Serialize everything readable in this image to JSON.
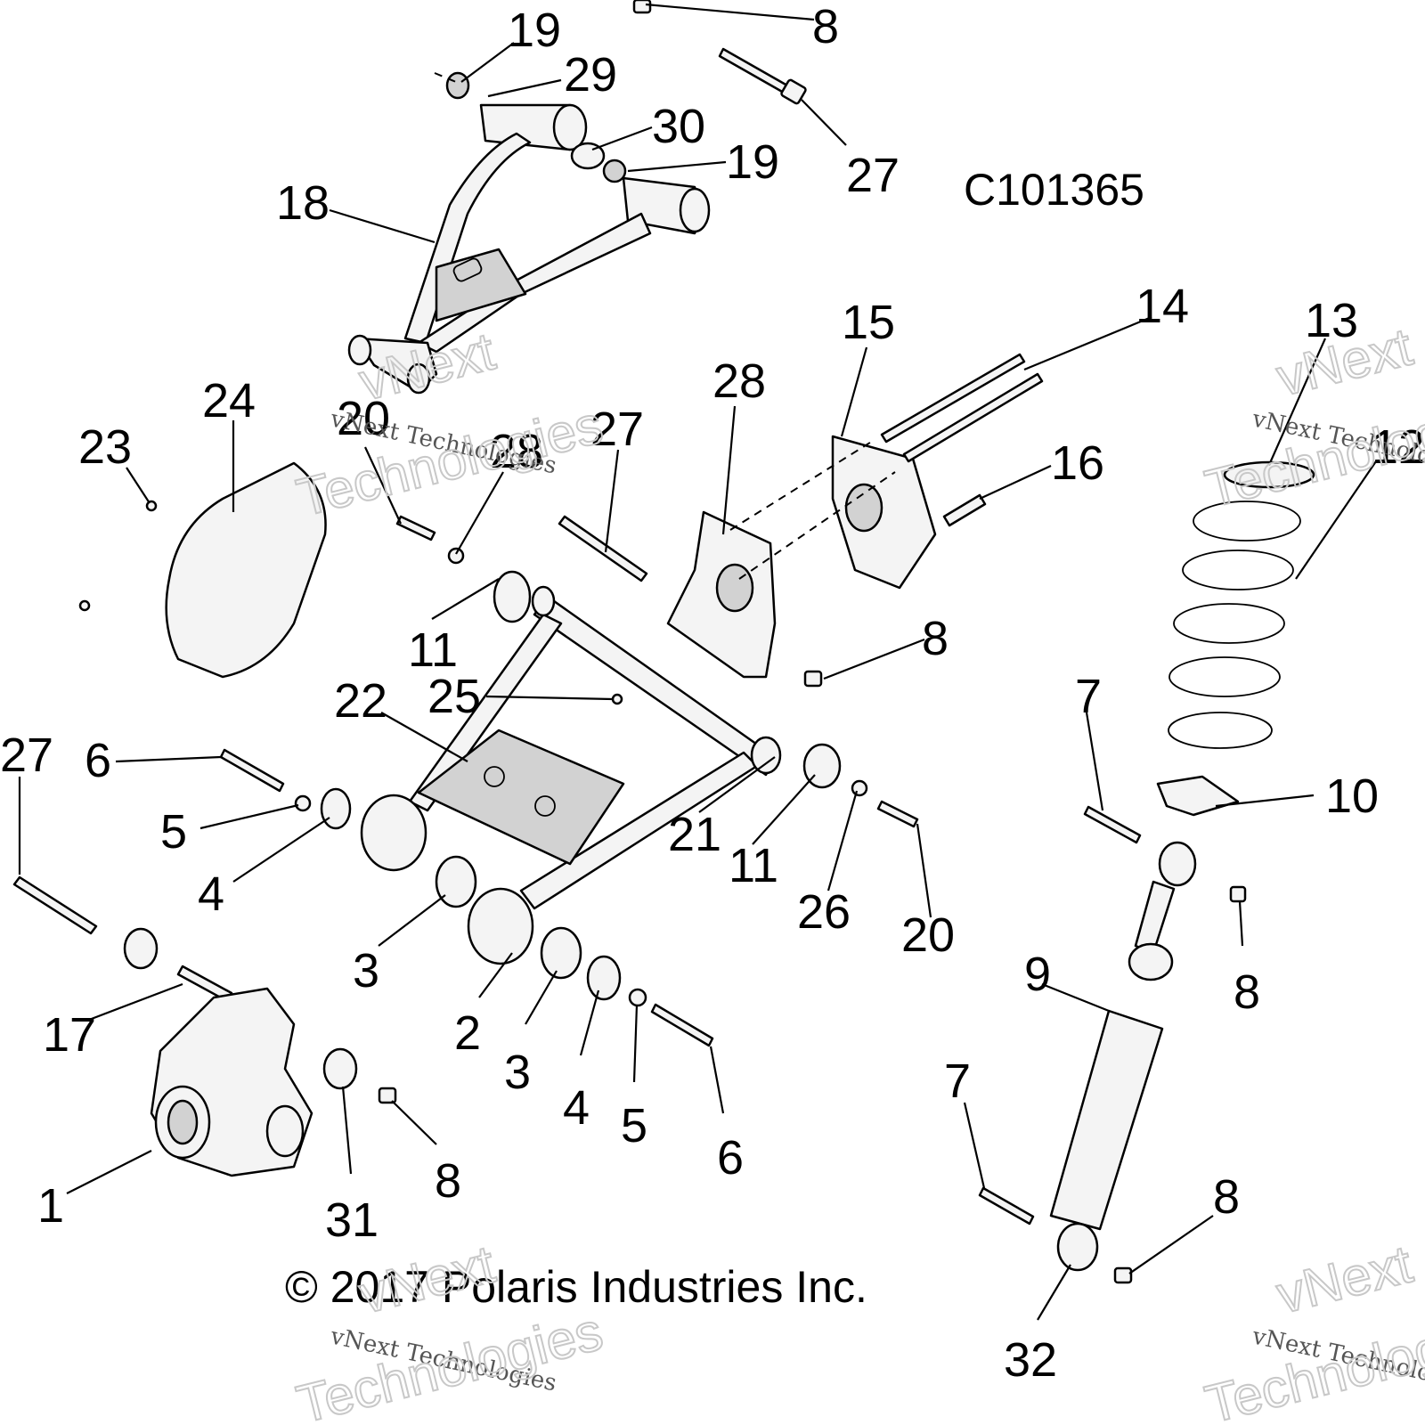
{
  "drawing_id": "C101365",
  "copyright": "© 2017 Polaris Industries Inc.",
  "watermarks": [
    "vNext Technologies",
    "vNext",
    "Technologies"
  ],
  "callouts": [
    "19",
    "29",
    "8",
    "30",
    "19",
    "27",
    "18",
    "24",
    "20",
    "28",
    "27",
    "23",
    "28",
    "15",
    "14",
    "16",
    "13",
    "12",
    "8",
    "11",
    "22",
    "25",
    "27",
    "6",
    "5",
    "4",
    "7",
    "21",
    "11",
    "26",
    "20",
    "10",
    "3",
    "2",
    "3",
    "4",
    "5",
    "6",
    "9",
    "8",
    "17",
    "1",
    "31",
    "8",
    "7",
    "8",
    "32"
  ]
}
